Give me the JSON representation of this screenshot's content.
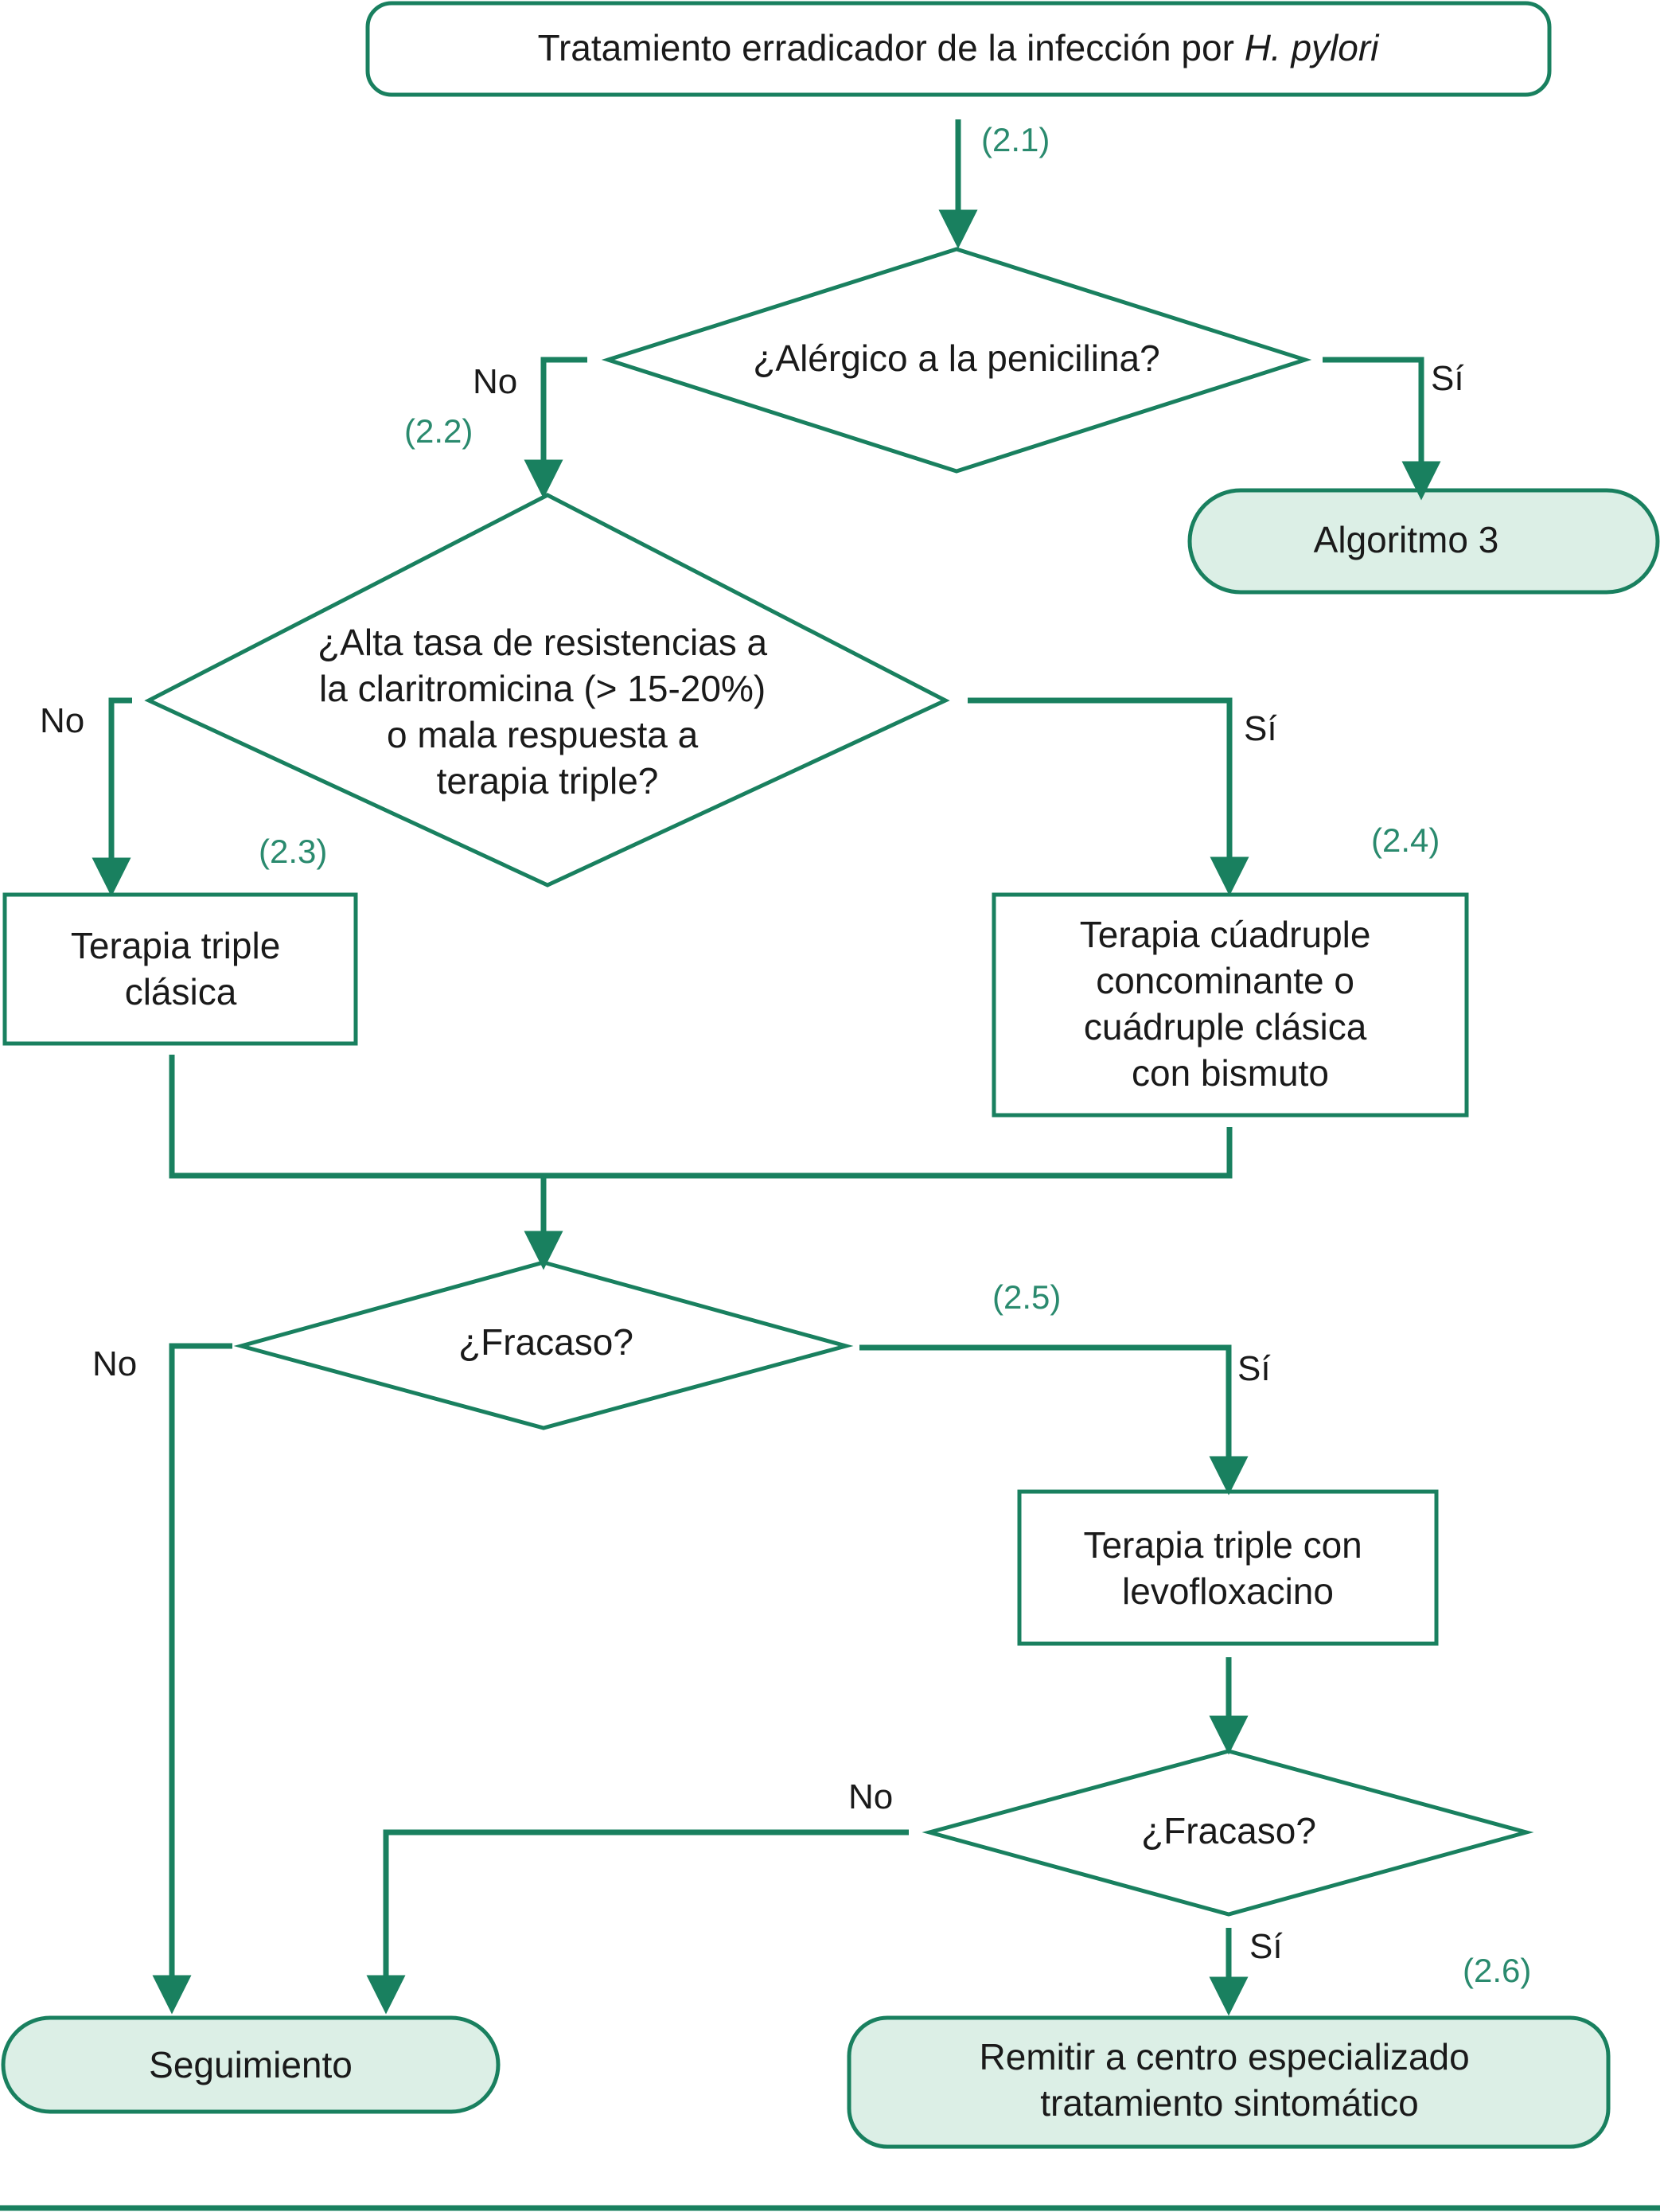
{
  "nodes": {
    "start": {
      "line1": "Tratamiento erradicador de la infección por ",
      "line1_italic": "H. pylori"
    },
    "q_allergy": {
      "text": "¿Alérgico a la penicilina?"
    },
    "algoritmo3": {
      "text": "Algoritmo 3"
    },
    "q_resistance": {
      "lines": [
        "¿Alta tasa de resistencias a",
        "la claritromicina (> 15-20%)",
        "o mala respuesta a",
        "terapia triple?"
      ]
    },
    "triple_clasica": {
      "lines": [
        "Terapia triple",
        "clásica"
      ]
    },
    "cuadruple": {
      "lines": [
        "Terapia cúadruple",
        "concominante o",
        "cuádruple clásica",
        "con bismuto"
      ]
    },
    "q_fracaso1": {
      "text": "¿Fracaso?"
    },
    "triple_levo": {
      "lines": [
        "Terapia triple con",
        "levofloxacino"
      ]
    },
    "q_fracaso2": {
      "text": "¿Fracaso?"
    },
    "seguimiento": {
      "text": "Seguimiento"
    },
    "remitir": {
      "lines": [
        "Remitir a centro especializado",
        "tratamiento sintomático"
      ]
    }
  },
  "branch_labels": {
    "allergy_no": "No",
    "allergy_yes": "Sí",
    "resistance_no": "No",
    "resistance_yes": "Sí",
    "fracaso1_no": "No",
    "fracaso1_yes": "Sí",
    "fracaso2_no": "No",
    "fracaso2_yes": "Sí"
  },
  "refs": {
    "r21": "(2.1)",
    "r22": "(2.2)",
    "r23": "(2.3)",
    "r24": "(2.4)",
    "r25": "(2.5)",
    "r26": "(2.6)"
  },
  "colors": {
    "accent": "#19805f",
    "terminal_fill": "#dcefe6",
    "ref_text": "#2a8a6e"
  }
}
